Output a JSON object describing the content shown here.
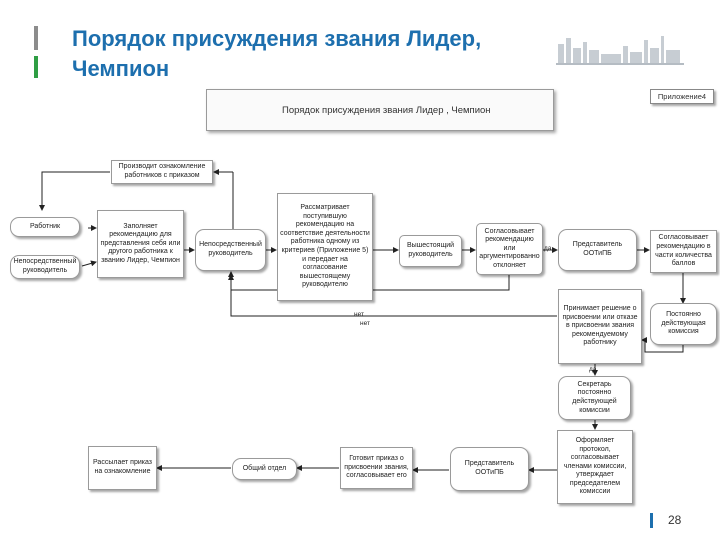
{
  "slide": {
    "title": "Порядок присуждения звания Лидер, Чемпион",
    "page_number": "28"
  },
  "diagram": {
    "header": "Порядок присуждения звания Лидер , Чемпион",
    "appendix": "Приложение4",
    "nodes": {
      "worker": "Работник",
      "direct_manager_left": "Непосредственный руководитель",
      "fills_recommendation": "Заполняет рекомендацию для представления себя или другого работника к званию Лидер, Чемпион",
      "familiarizes_workers": "Производит ознакомление работников с приказом",
      "direct_manager_center": "Непосредственный руководитель",
      "reviews": "Рассматривает поступившую рекомендацию на соответствие деятельности работника одному из критериев (Приложение 5) и передает на согласование вышестоящему руководителю",
      "senior_manager": "Вышестоящий руководитель",
      "agrees_or_rejects": "Согласовывает рекомендацию или аргументированно отклоняет",
      "ootipb_rep_top": "Представитель ООТиПБ",
      "agrees_points": "Согласовывает рекомендацию в части количества баллов",
      "standing_commission": "Постоянно действующая комиссия",
      "decides": "Принимает решение о присвоении или отказе в присвоении звания рекомендуемому работнику",
      "secretary": "Секретарь постоянно действующей комиссии",
      "protocol": "Оформляет протокол, согласовывает членами комиссии, утверждает председателем комиссии",
      "ootipb_rep_bottom": "Представитель ООТиПБ",
      "prepares_order": "Готовит приказ о присвоении звания, согласовывает его",
      "general_dept": "Общий отдел",
      "sends_order": "Рассылает приказ на ознакомление"
    },
    "edge_labels": {
      "yes_top": "да",
      "no_1": "нет",
      "no_2": "нет",
      "yes_bottom": "да"
    }
  }
}
